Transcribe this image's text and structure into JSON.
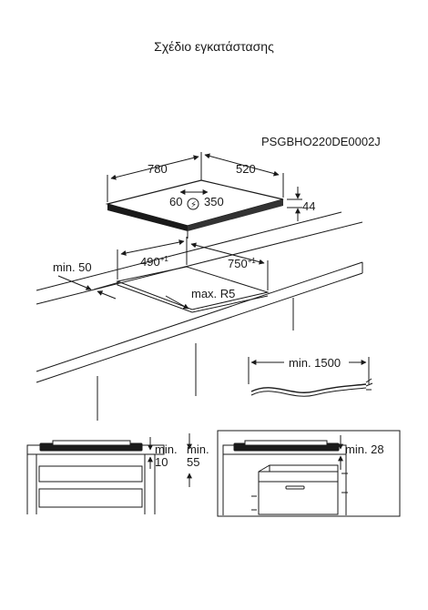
{
  "page": {
    "title": "Σχέδιο εγκατάστασης"
  },
  "model_code": "PSGBHO220DE0002J",
  "hob": {
    "width": "780",
    "depth": "520",
    "height": "44",
    "supply_min": "60",
    "supply_max": "350"
  },
  "cutout": {
    "width": "490",
    "width_tol": "+1",
    "depth": "750",
    "depth_tol": "+1",
    "radius": "max. R5",
    "edge_min": "min. 50"
  },
  "cable": {
    "min_length": "min. 1500"
  },
  "clearance_drawers": {
    "min_a": "min.",
    "val_a": "10",
    "min_b": "min.",
    "val_b": "55"
  },
  "clearance_oven": {
    "label": "min. 28"
  }
}
